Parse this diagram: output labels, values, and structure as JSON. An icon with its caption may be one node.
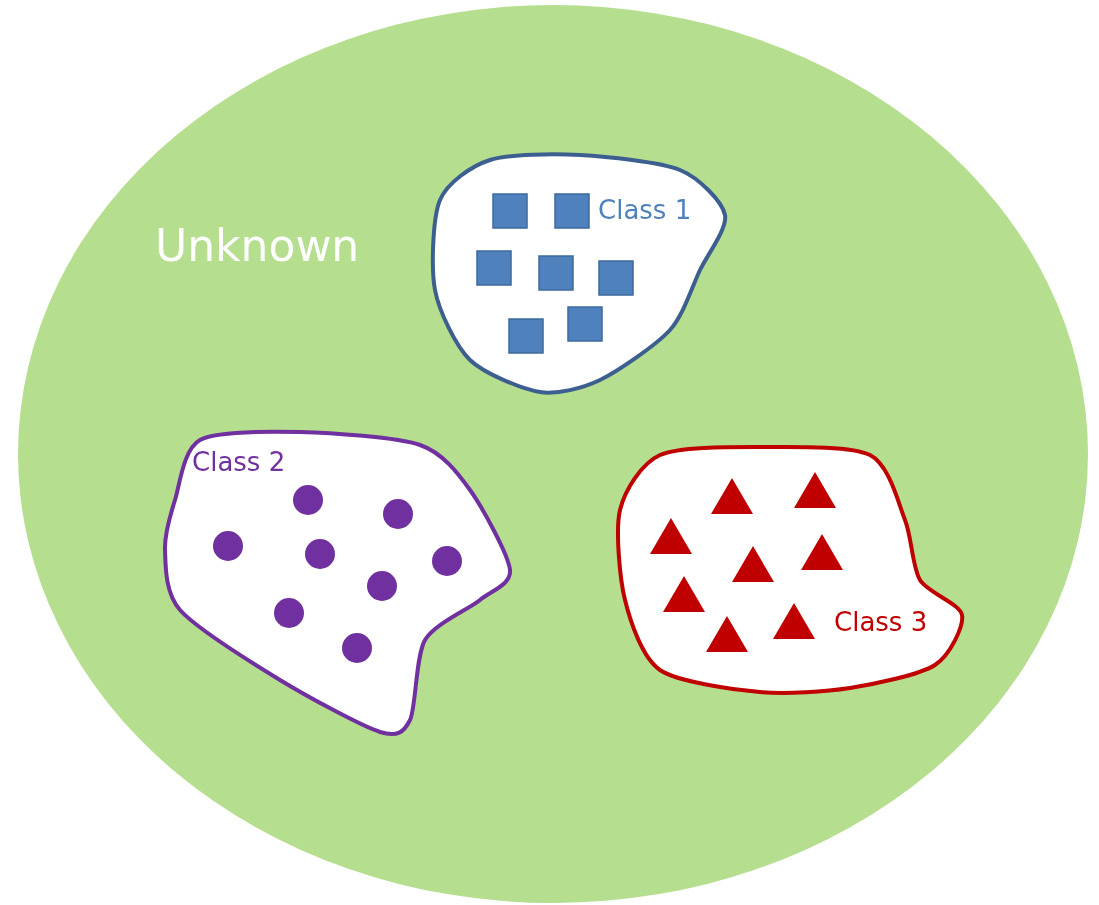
{
  "diagram": {
    "nodes": [
      {
        "text": [
          "Unknown"
        ]
      },
      {
        "text": [
          "Class 1"
        ],
        "in": 0
      },
      {
        "text": [
          "Class 2"
        ],
        "in": 0
      },
      {
        "text": [
          "Class 3"
        ],
        "in": 0
      }
    ]
  }
}
